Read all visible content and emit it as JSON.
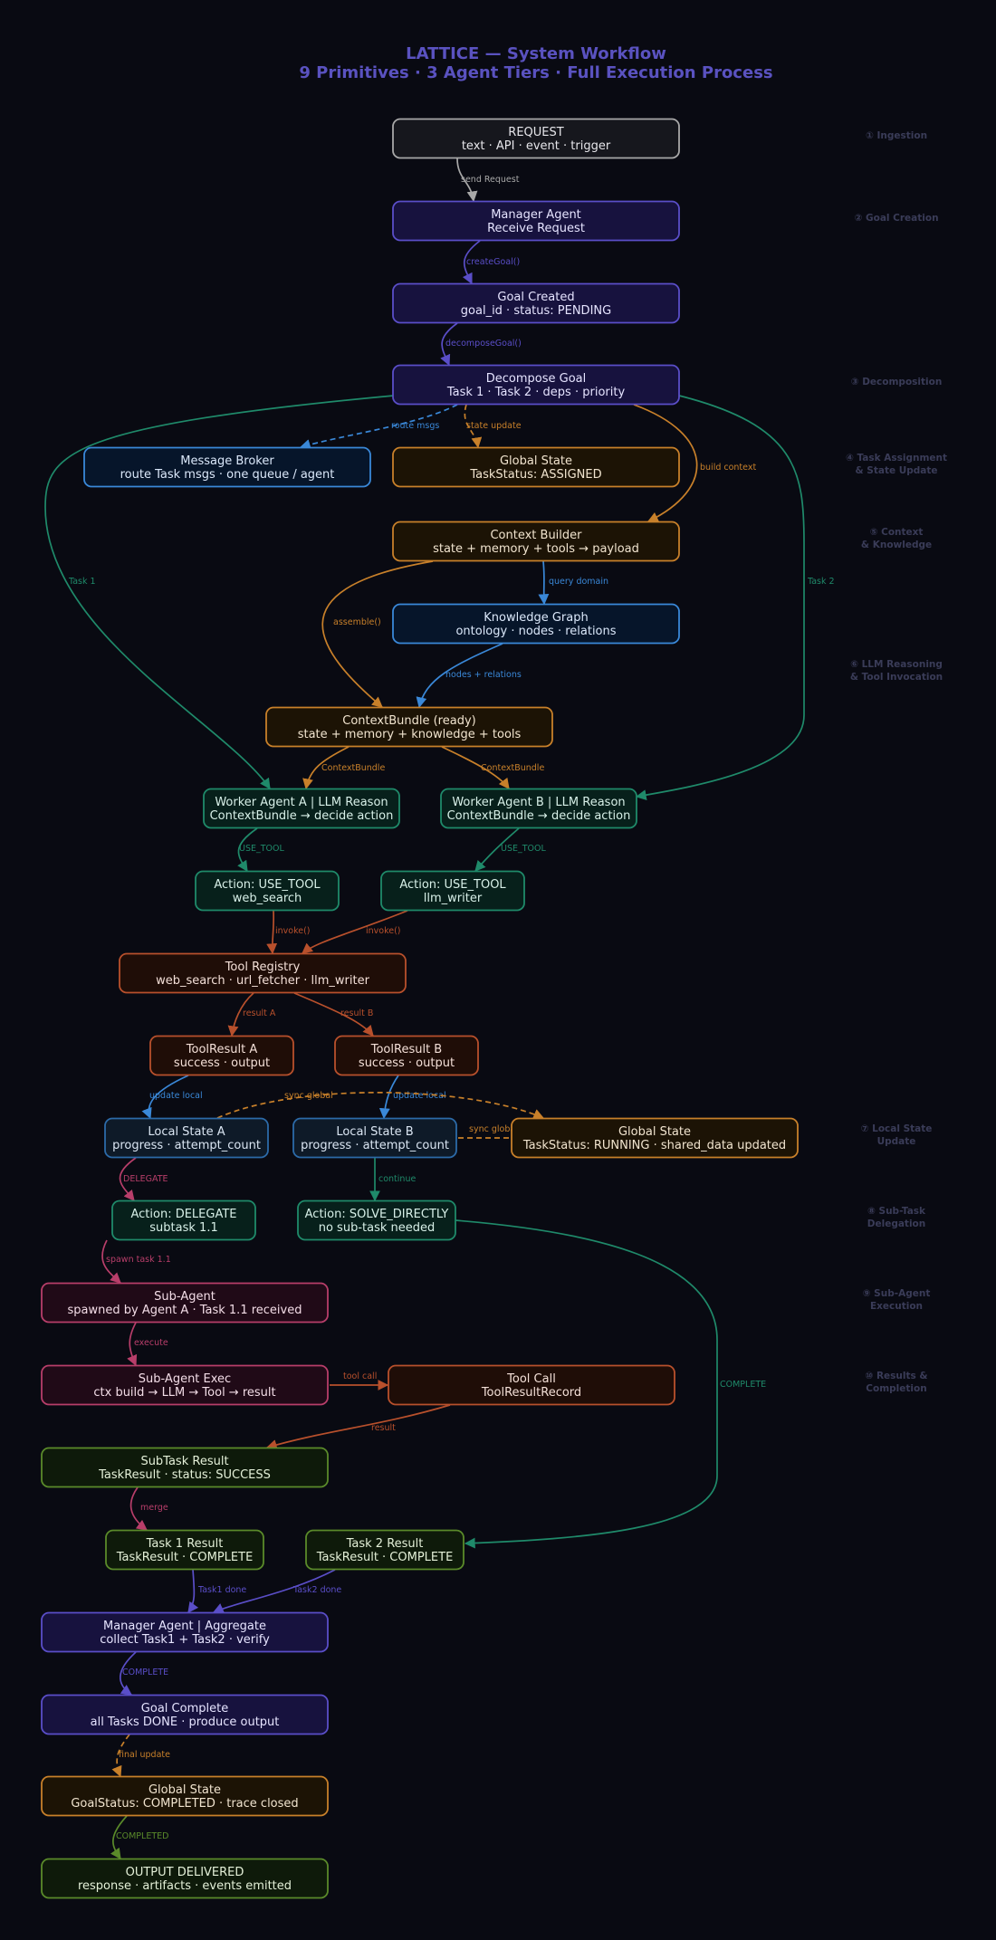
{
  "title": {
    "line1": "LATTICE  —  System Workflow",
    "line2": "9 Primitives  ·  3 Agent Tiers  ·  Full Execution Process"
  },
  "colors": {
    "background": "#090a12",
    "request": "#a8a8a8",
    "manager": "#5a4ec8",
    "state": "#c8802a",
    "broker": "#3a88d8",
    "worker": "#1f8a6a",
    "tool": "#b8502c",
    "subagent": "#b83e6a",
    "result": "#5a8a2a",
    "stage_label": "#3a3c58"
  },
  "stages": [
    "① Ingestion",
    "② Goal Creation",
    "③ Decomposition",
    "④ Task Assignment\n   & State Update",
    "⑤ Context\n   & Knowledge",
    "⑥ LLM Reasoning\n   & Tool Invocation",
    "⑦ Local State\n   Update",
    "⑧ Sub-Task\n   Delegation",
    "⑨ Sub-Agent\n   Execution",
    "⑩ Results &\n   Completion"
  ],
  "nodes": {
    "request": {
      "l1": "REQUEST",
      "l2": "text  ·  API  ·  event  ·  trigger"
    },
    "manager": {
      "l1": "Manager Agent",
      "l2": "Receive Request"
    },
    "goal_created": {
      "l1": "Goal Created",
      "l2": "goal_id  ·  status: PENDING"
    },
    "decompose": {
      "l1": "Decompose Goal",
      "l2": "Task 1  ·  Task 2  ·  deps  ·  priority"
    },
    "broker": {
      "l1": "Message Broker",
      "l2": "route Task msgs  ·  one queue / agent"
    },
    "global_assigned": {
      "l1": "Global State",
      "l2": "TaskStatus: ASSIGNED"
    },
    "context_builder": {
      "l1": "Context Builder",
      "l2": "state + memory + tools → payload"
    },
    "knowledge_graph": {
      "l1": "Knowledge Graph",
      "l2": "ontology  ·  nodes  ·  relations"
    },
    "context_bundle": {
      "l1": "ContextBundle  (ready)",
      "l2": "state + memory + knowledge + tools"
    },
    "worker_a": {
      "l1": "Worker Agent A  |  LLM Reason",
      "l2": "ContextBundle → decide action"
    },
    "worker_b": {
      "l1": "Worker Agent B  |  LLM Reason",
      "l2": "ContextBundle → decide action"
    },
    "action_a": {
      "l1": "Action: USE_TOOL",
      "l2": "web_search"
    },
    "action_b": {
      "l1": "Action: USE_TOOL",
      "l2": "llm_writer"
    },
    "tool_registry": {
      "l1": "Tool Registry",
      "l2": "web_search  ·  url_fetcher  ·  llm_writer"
    },
    "result_a": {
      "l1": "ToolResult A",
      "l2": "success · output"
    },
    "result_b": {
      "l1": "ToolResult B",
      "l2": "success · output"
    },
    "local_a": {
      "l1": "Local State A",
      "l2": "progress · attempt_count"
    },
    "local_b": {
      "l1": "Local State B",
      "l2": "progress · attempt_count"
    },
    "global_running": {
      "l1": "Global State",
      "l2": "TaskStatus: RUNNING  ·  shared_data updated"
    },
    "delegate": {
      "l1": "Action: DELEGATE",
      "l2": "subtask 1.1"
    },
    "solve": {
      "l1": "Action: SOLVE_DIRECTLY",
      "l2": "no sub-task needed"
    },
    "subagent": {
      "l1": "Sub-Agent",
      "l2": "spawned by Agent A  ·  Task 1.1 received"
    },
    "subagent_exec": {
      "l1": "Sub-Agent Exec",
      "l2": "ctx build  →  LLM  →  Tool  →  result"
    },
    "tool_call": {
      "l1": "Tool Call",
      "l2": "ToolResultRecord"
    },
    "subtask_result": {
      "l1": "SubTask Result",
      "l2": "TaskResult  ·  status: SUCCESS"
    },
    "task1_result": {
      "l1": "Task 1 Result",
      "l2": "TaskResult  ·  COMPLETE"
    },
    "task2_result": {
      "l1": "Task 2 Result",
      "l2": "TaskResult  ·  COMPLETE"
    },
    "aggregate": {
      "l1": "Manager Agent  |  Aggregate",
      "l2": "collect Task1 + Task2  ·  verify"
    },
    "goal_complete": {
      "l1": "Goal Complete",
      "l2": "all Tasks DONE  ·  produce output"
    },
    "global_completed": {
      "l1": "Global State",
      "l2": "GoalStatus: COMPLETED  ·  trace closed"
    },
    "output": {
      "l1": "OUTPUT DELIVERED",
      "l2": "response  ·  artifacts  ·  events emitted"
    }
  },
  "edge_labels": {
    "send_request": "send Request",
    "create_goal": "createGoal()",
    "decompose_goal": "decomposeGoal()",
    "route_msgs": "route msgs",
    "state_update": "state update",
    "build_context": "build context",
    "task1": "Task 1",
    "task2": "Task 2",
    "query_domain": "query domain",
    "assemble": "assemble()",
    "nodes_relations": "nodes + relations",
    "bundle_a": "ContextBundle",
    "bundle_b": "ContextBundle",
    "use_tool_a": "USE_TOOL",
    "use_tool_b": "USE_TOOL",
    "invoke_a": "invoke()",
    "invoke_b": "invoke()",
    "result_a": "result A",
    "result_b": "result B",
    "update_local_a": "update local",
    "update_local_b": "update local",
    "sync_global_a": "sync global",
    "sync_global_b": "sync global",
    "delegate": "DELEGATE",
    "continue": "continue",
    "spawn": "spawn task 1.1",
    "execute": "execute",
    "tool_call": "tool call",
    "result": "result",
    "complete_b": "COMPLETE",
    "merge": "merge",
    "task1_done": "Task1 done",
    "task2_done": "Task2 done",
    "complete_agg": "COMPLETE",
    "final_update": "final update",
    "completed": "COMPLETED"
  }
}
